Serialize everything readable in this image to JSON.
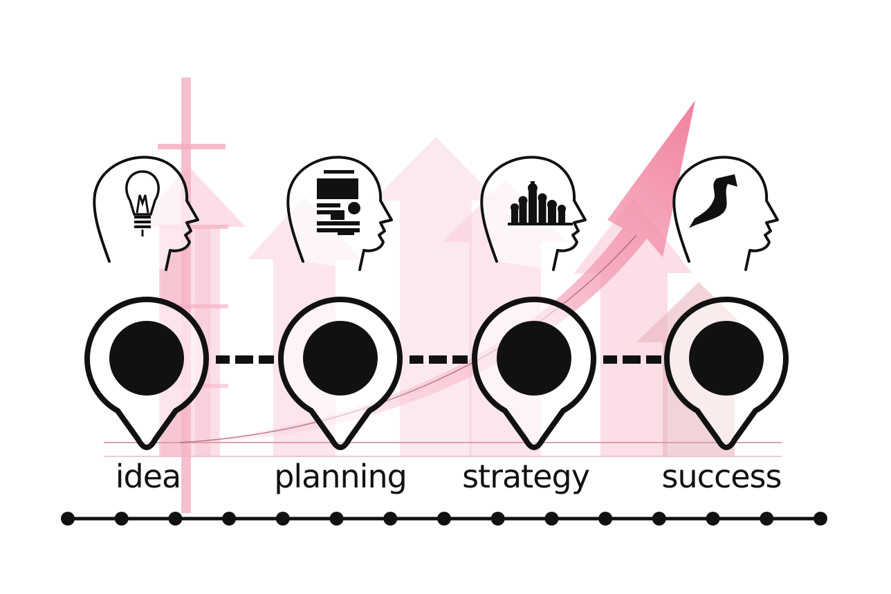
{
  "steps": [
    {
      "id": "idea",
      "label": "idea",
      "icon": "lightbulb-icon"
    },
    {
      "id": "planning",
      "label": "planning",
      "icon": "document-icon"
    },
    {
      "id": "strategy",
      "label": "strategy",
      "icon": "chess-pieces-icon"
    },
    {
      "id": "success",
      "label": "success",
      "icon": "tie-icon"
    }
  ],
  "colors": {
    "ink": "#111111",
    "pink_dark": "#f07a98",
    "pink_mid": "#f5a9bd",
    "pink_light": "#fad3de",
    "pink_pale": "#fdeaf0",
    "background": "#ffffff"
  }
}
